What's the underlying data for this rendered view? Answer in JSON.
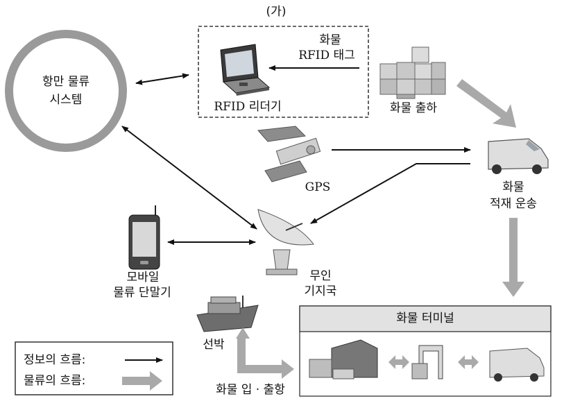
{
  "labels": {
    "ga": "(가)",
    "port_system_1": "항만 물류",
    "port_system_2": "시스템",
    "tag_1": "화물",
    "tag_2": "RFID 태그",
    "reader": "RFID 리더기",
    "shipment": "화물 출하",
    "gps": "GPS",
    "loading_1": "화물",
    "loading_2": "적재 운송",
    "mobile_1": "모바일",
    "mobile_2": "물류 단말기",
    "station_1": "무인",
    "station_2": "기지국",
    "terminal": "화물 터미널",
    "ship": "선박",
    "entry": "화물 입 · 출항",
    "legend_info": "정보의 흐름:",
    "legend_logistics": "물류의 흐름:"
  },
  "colors": {
    "info_arrow": "#111111",
    "logistics_arrow": "#a9a9a9",
    "ring": "#9a9a9a",
    "terminal_header": "#e2e2e2"
  }
}
